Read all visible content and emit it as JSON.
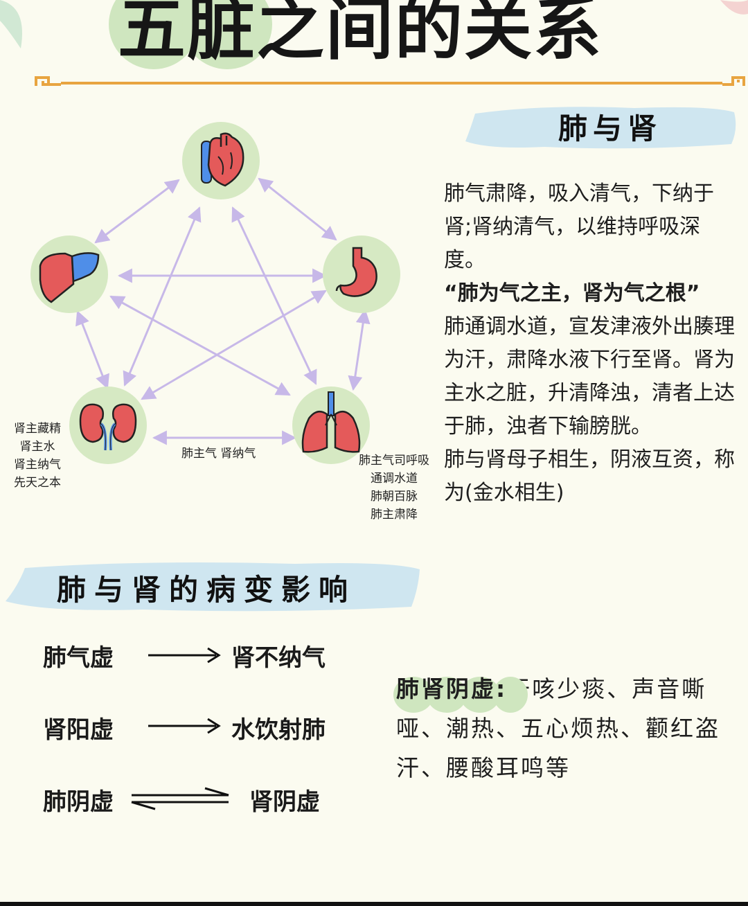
{
  "title": "五脏之间的关系",
  "section1": {
    "title": "肺与肾"
  },
  "section2": {
    "title": "肺与肾的病变影响"
  },
  "diagram": {
    "organs": [
      {
        "name": "heart",
        "icon": "heart-icon"
      },
      {
        "name": "stomach",
        "icon": "stomach-icon"
      },
      {
        "name": "lungs",
        "icon": "lungs-icon"
      },
      {
        "name": "kidneys",
        "icon": "kidneys-icon"
      },
      {
        "name": "liver",
        "icon": "liver-icon"
      }
    ],
    "kidney_notes": [
      "肾主藏精",
      "肾主水",
      "肾主纳气",
      "先天之本"
    ],
    "link_label": "肺主气 肾纳气",
    "lung_notes": [
      "肺主气司呼吸",
      "通调水道",
      "肺朝百脉",
      "肺主肃降"
    ]
  },
  "description": {
    "lines": [
      "肺气肃降，吸入清气，下纳于",
      "肾;肾纳清气，以维持呼吸深",
      "度。",
      "“肺为气之主，肾为气之根”",
      "肺通调水道，宣发津液外出腠理",
      "为汗，肃降水液下行至肾。肾为",
      "主水之脏，升清降浊，清者上达",
      "于肺，浊者下输膀胱。",
      "肺与肾母子相生，阴液互资，称",
      "为(金水相生)"
    ]
  },
  "effects": [
    {
      "from": "肺气虚",
      "to": "肾不纳气",
      "arrow": "right-arrow"
    },
    {
      "from": "肾阳虚",
      "to": "水饮射肺",
      "arrow": "right-arrow"
    },
    {
      "from": "肺阴虚",
      "to": "肾阴虚",
      "arrow": "two-way-arrow"
    }
  ],
  "symptoms": {
    "heading": "肺肾阴虚:",
    "line1": "干咳少痰、声音嘶",
    "line2": "哑、潮热、五心烦热、颧红盗",
    "line3": "汗、腰酸耳鸣等"
  },
  "colors": {
    "background": "#fbfbf0",
    "circle_green": "#d6e9c3",
    "arrow_purple": "#c7b8e8",
    "brush_blue": "#cfe6f0",
    "orange_rule": "#e8a440",
    "organ_red": "#e45a5a",
    "organ_blue": "#4f8ee8"
  }
}
